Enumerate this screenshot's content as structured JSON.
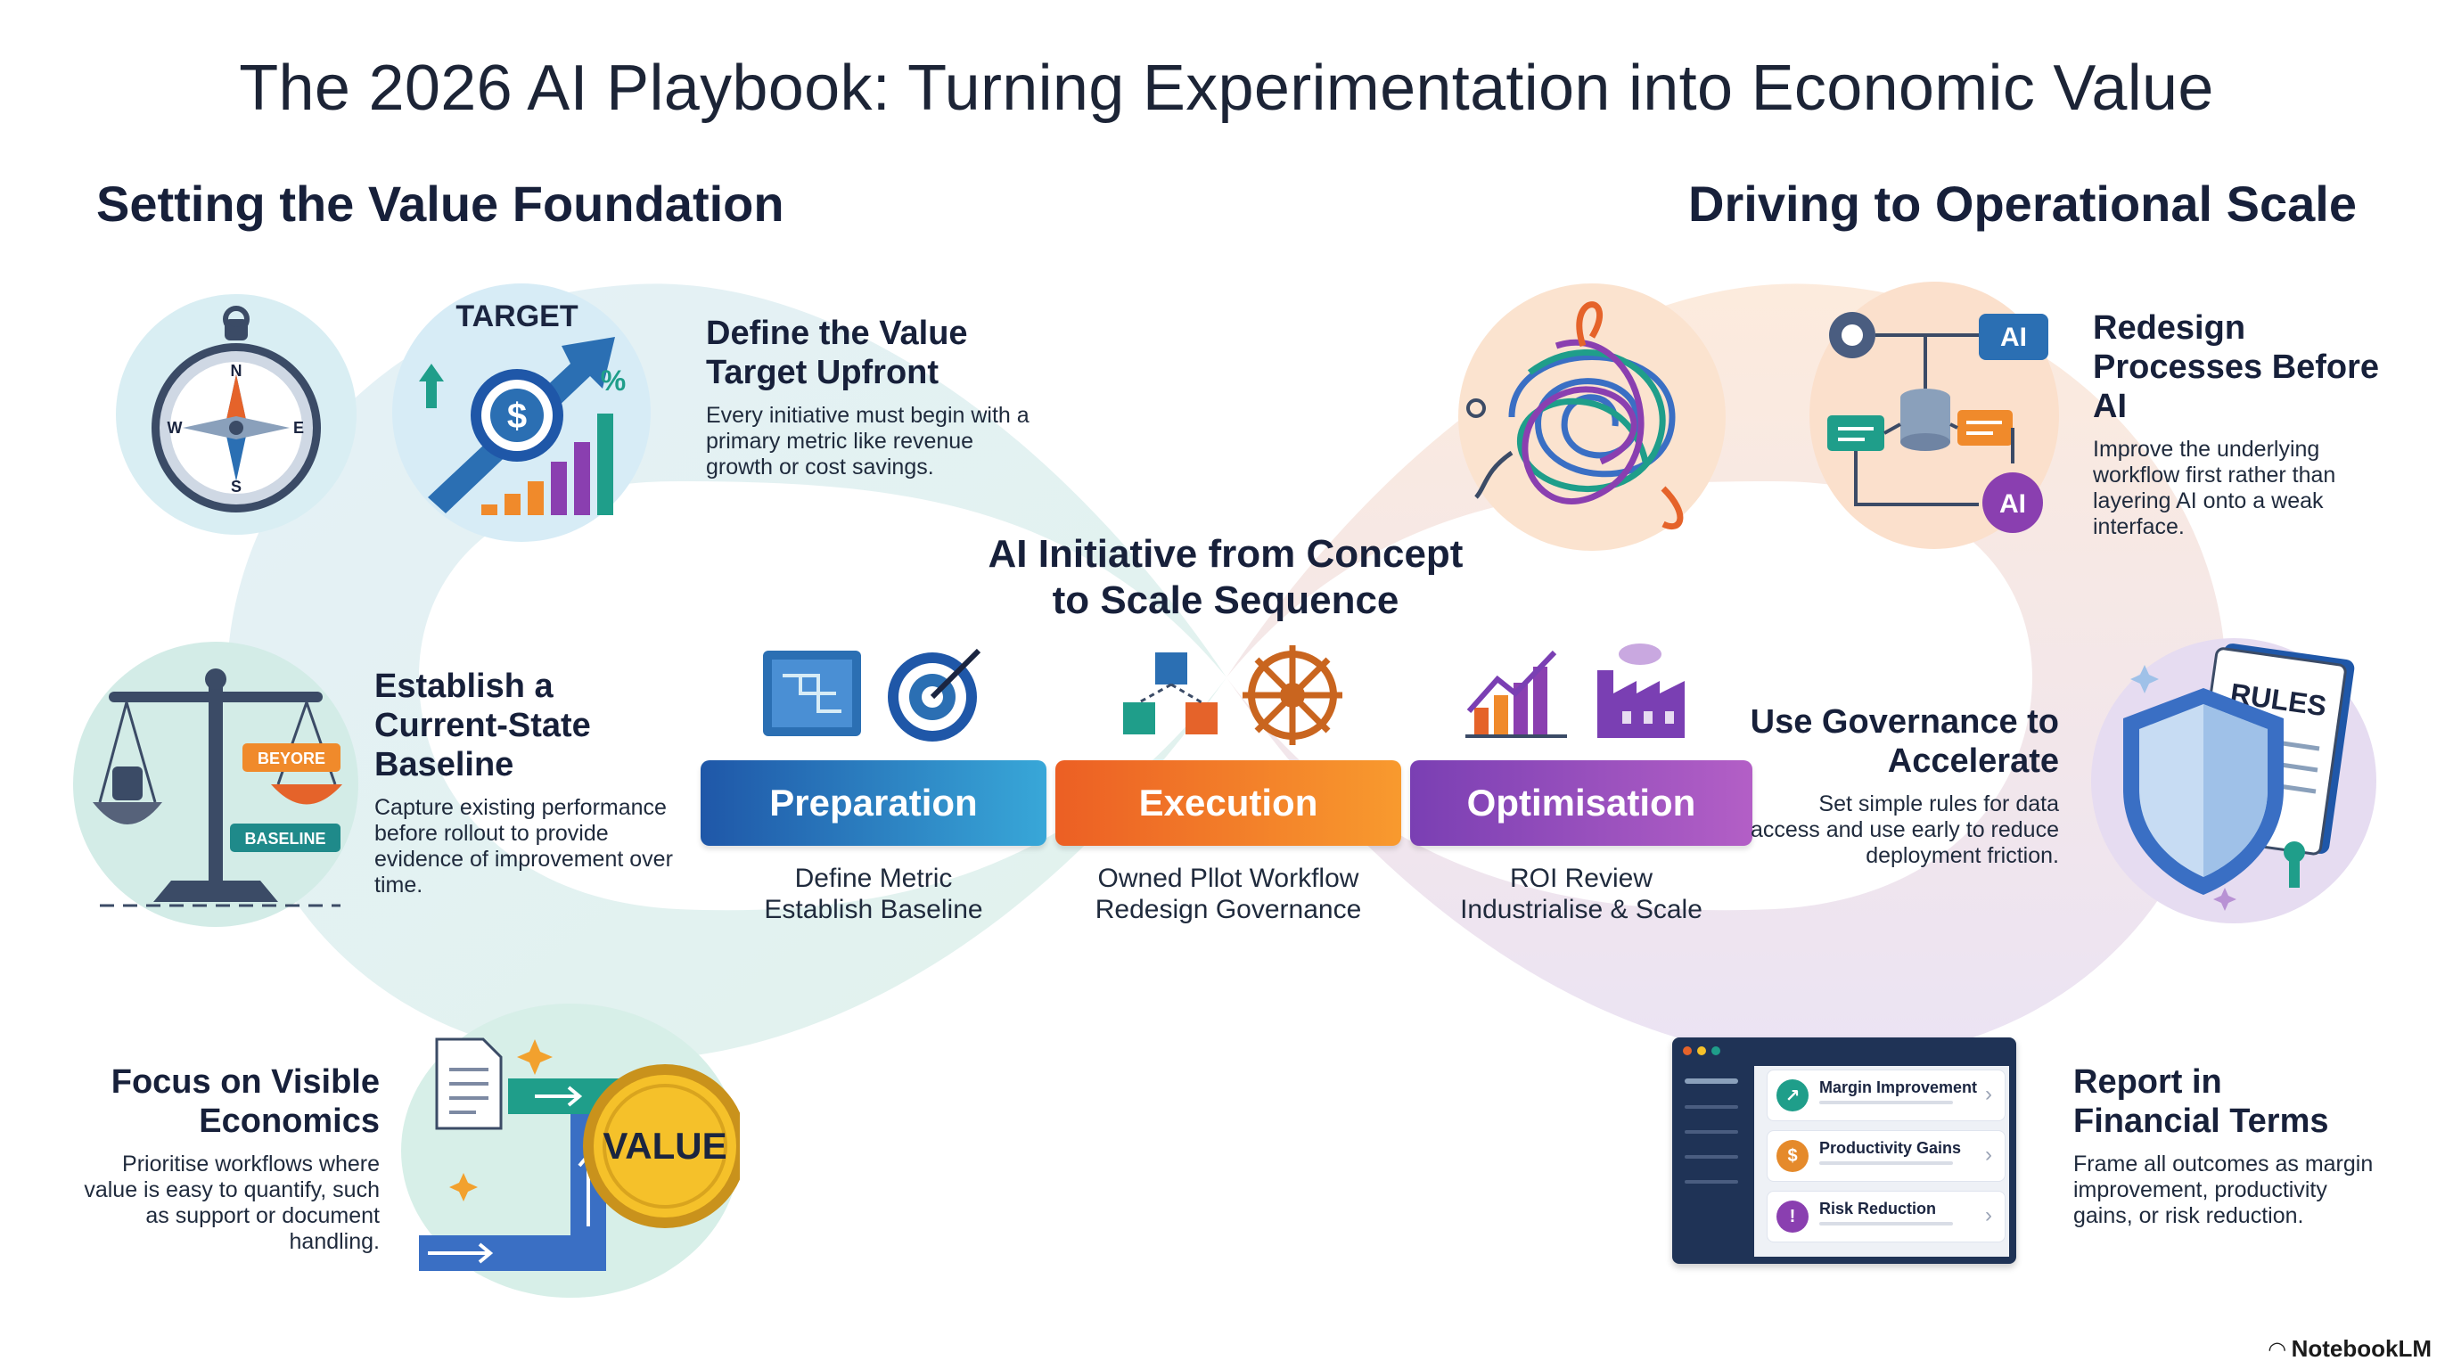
{
  "title": "The 2026 AI Playbook: Turning Experimentation into Economic Value",
  "sections": {
    "left_heading": "Setting the Value Foundation",
    "right_heading": "Driving to Operational Scale"
  },
  "left_items": [
    {
      "heading": "Define the Value Target Upfront",
      "body": "Every initiative must begin with a primary metric like revenue growth or cost savings."
    },
    {
      "heading": "Establish a Current-State Baseline",
      "body": "Capture existing performance before rollout to provide evidence of improvement over time."
    },
    {
      "heading": "Focus on Visible Economics",
      "body": "Prioritise workflows where value is easy to quantify, such as support or document handling."
    }
  ],
  "right_items": [
    {
      "heading": "Redesign Processes Before AI",
      "body": "Improve the underlying workflow first rather than layering AI onto a weak interface."
    },
    {
      "heading": "Use Governance to Accelerate",
      "body": "Set simple rules for data access and use early to reduce deployment friction."
    },
    {
      "heading": "Report in Financial Terms",
      "body": "Frame all outcomes as margin improvement, productivity gains, or risk reduction."
    }
  ],
  "sequence": {
    "title_line1": "AI Initiative from Concept",
    "title_line2": "to Scale Sequence",
    "phases": [
      {
        "label": "Preparation",
        "line1": "Define Metric",
        "line2": "Establish Baseline",
        "color_start": "#1f57a8",
        "color_end": "#38a7d8"
      },
      {
        "label": "Execution",
        "line1": "Owned Pllot  Workflow",
        "line2": "Redesign Governance",
        "color_start": "#ec5f24",
        "color_end": "#f89a2e"
      },
      {
        "label": "Optimisation",
        "line1": "ROI Review",
        "line2": "Industrialise & Scale",
        "color_start": "#7a3fb3",
        "color_end": "#b35fc6"
      }
    ]
  },
  "icon_text": {
    "target": "TARGET",
    "percent": "%",
    "dollar": "$",
    "compass_n": "N",
    "compass_s": "S",
    "compass_e": "E",
    "compass_w": "W",
    "before": "BEYORE",
    "baseline": "BASELINE",
    "value": "VALUE",
    "ai_top": "AI",
    "ai_bottom": "AI",
    "rules": "RULES"
  },
  "dashboard": {
    "items": [
      {
        "label": "Margin Improvement",
        "icon": "trend-icon",
        "color": "#1f9e8a"
      },
      {
        "label": "Productivity Gains",
        "icon": "money-bag-icon",
        "color": "#e58a2b"
      },
      {
        "label": "Risk Reduction",
        "icon": "exclamation-icon",
        "color": "#8a3fb0"
      }
    ]
  },
  "brand": "NotebookLM",
  "colors": {
    "loop_left": "#d9ecec",
    "loop_right_top": "#fbe3cf",
    "loop_right_bottom": "#e7dcf1"
  }
}
